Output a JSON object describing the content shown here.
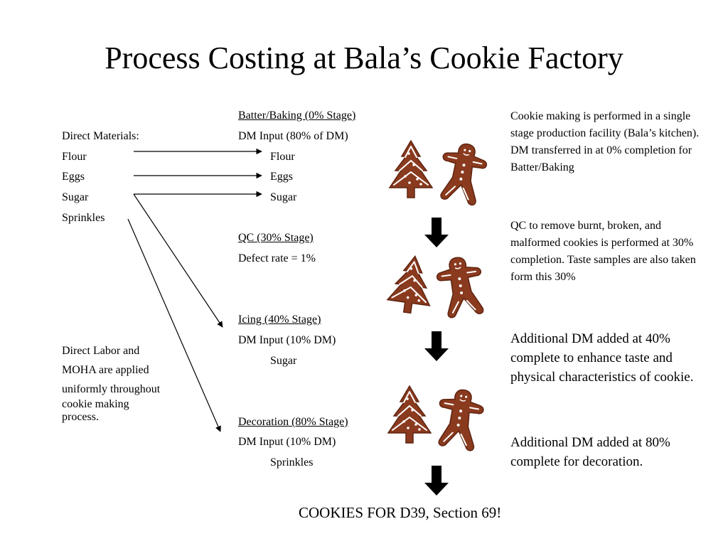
{
  "title": "Process Costing at Bala’s Cookie Factory",
  "materials": {
    "heading": "Direct Materials:",
    "items": [
      "Flour",
      "Eggs",
      "Sugar",
      "Sprinkles"
    ]
  },
  "labor_note": [
    "Direct Labor and",
    "MOHA are applied",
    "uniformly throughout",
    "cookie making",
    "process."
  ],
  "stages": {
    "batter": {
      "heading": "Batter/Baking (0% Stage)",
      "input": "DM Input (80% of DM)",
      "items": [
        "Flour",
        "Eggs",
        "Sugar"
      ]
    },
    "qc": {
      "heading": "QC (30% Stage)",
      "defect": "Defect rate = 1%"
    },
    "icing": {
      "heading": "Icing (40% Stage)",
      "input": "DM Input (10% DM)",
      "items": [
        "Sugar"
      ]
    },
    "decoration": {
      "heading": "Decoration (80% Stage)",
      "input": "DM Input (10% DM)",
      "items": [
        "Sprinkles"
      ]
    }
  },
  "notes": {
    "batter": "Cookie making is performed in a single stage production facility (Bala’s kitchen).  DM transferred in at 0% completion for Batter/Baking",
    "qc": "QC to remove burnt, broken, and malformed cookies is performed at 30% completion.  Taste samples are also taken form this 30%",
    "icing": "Additional DM added at 40% complete to enhance taste and physical characteristics of cookie.",
    "decoration": "Additional DM added at 80% complete for decoration."
  },
  "footer": "COOKIES FOR D39, Section 69!",
  "colors": {
    "cookie": "#8a3a1e",
    "icing": "#ffffff",
    "arrow": "#000000"
  },
  "icons": [
    "gingerbread-tree-icon",
    "gingerbread-man-icon",
    "down-arrow-icon"
  ]
}
